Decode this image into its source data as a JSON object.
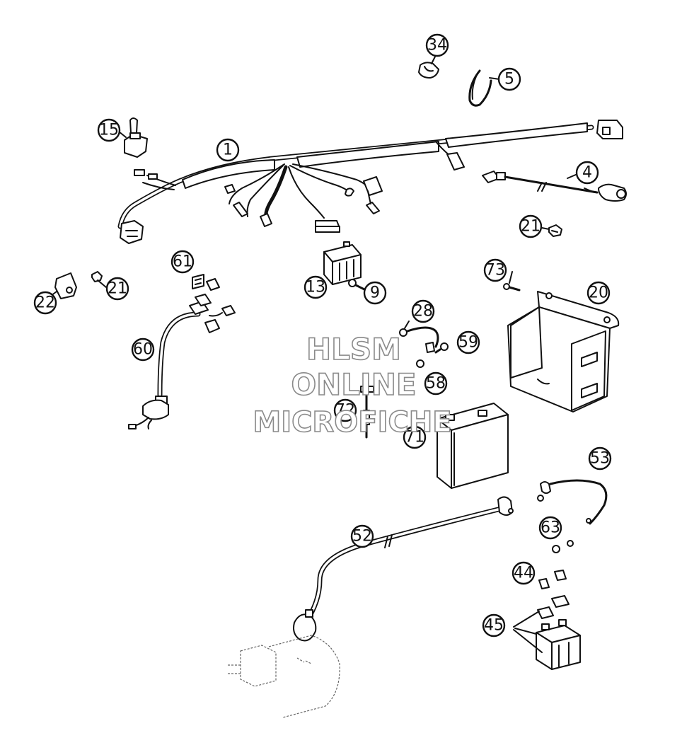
{
  "diagram": {
    "callouts": [
      "34",
      "5",
      "15",
      "1",
      "4",
      "21",
      "61",
      "21",
      "22",
      "13",
      "9",
      "73",
      "20",
      "28",
      "59",
      "60",
      "58",
      "72",
      "71",
      "53",
      "52",
      "63",
      "44",
      "45"
    ]
  },
  "watermark": {
    "line1": "HLSM",
    "line2": "ONLINE",
    "line3": "MICROFICHE"
  }
}
